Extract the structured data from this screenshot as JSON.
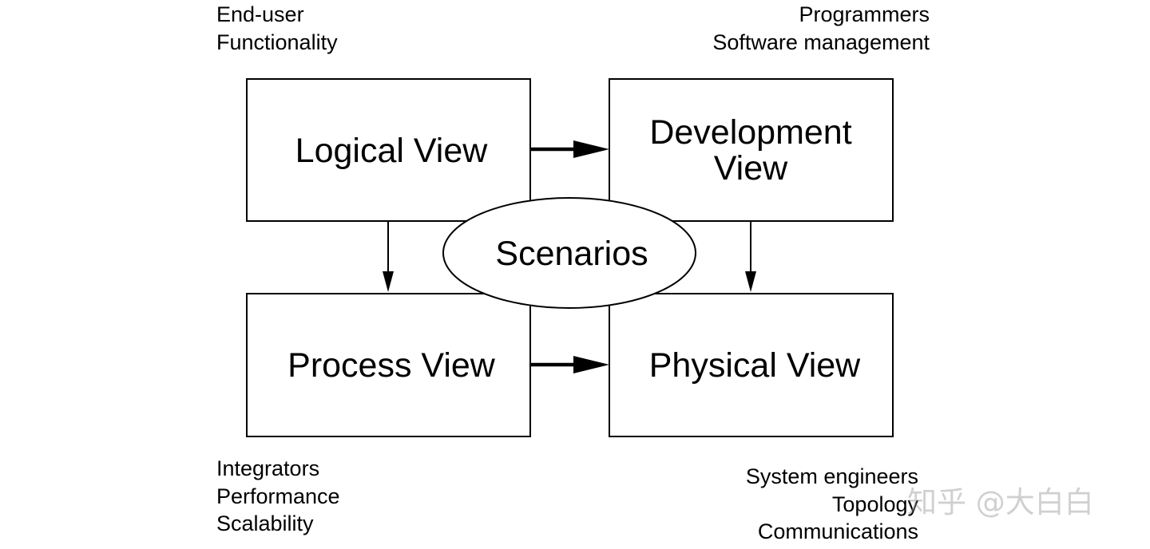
{
  "views": {
    "logical": {
      "label": "Logical View"
    },
    "development": {
      "lines": [
        "Development",
        "View"
      ]
    },
    "process": {
      "label": "Process View"
    },
    "physical": {
      "label": "Physical View"
    }
  },
  "scenarios": {
    "label": "Scenarios"
  },
  "stakeholders": {
    "logical": [
      "End-user",
      "Functionality"
    ],
    "development": [
      "Programmers",
      "Software management"
    ],
    "process": [
      "Integrators",
      "Performance",
      "Scalability"
    ],
    "physical": [
      "System engineers",
      "Topology",
      "Communications"
    ]
  },
  "watermark": {
    "text": "知乎 @大白白"
  }
}
